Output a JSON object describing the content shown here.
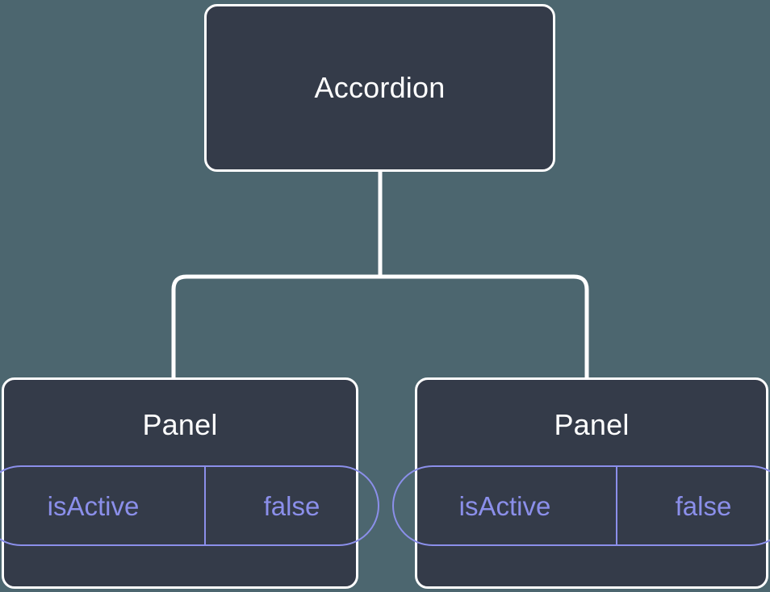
{
  "diagram": {
    "type": "component-tree",
    "background_color": "#4c666f",
    "node_fill_color": "#343b49",
    "node_border_color": "#ffffff",
    "edge_color": "#ffffff",
    "prop_accent_color": "#8b8fea",
    "root": {
      "label": "Accordion"
    },
    "children": [
      {
        "label": "Panel",
        "prop": {
          "name": "isActive",
          "value": "false"
        }
      },
      {
        "label": "Panel",
        "prop": {
          "name": "isActive",
          "value": "false"
        }
      }
    ]
  }
}
